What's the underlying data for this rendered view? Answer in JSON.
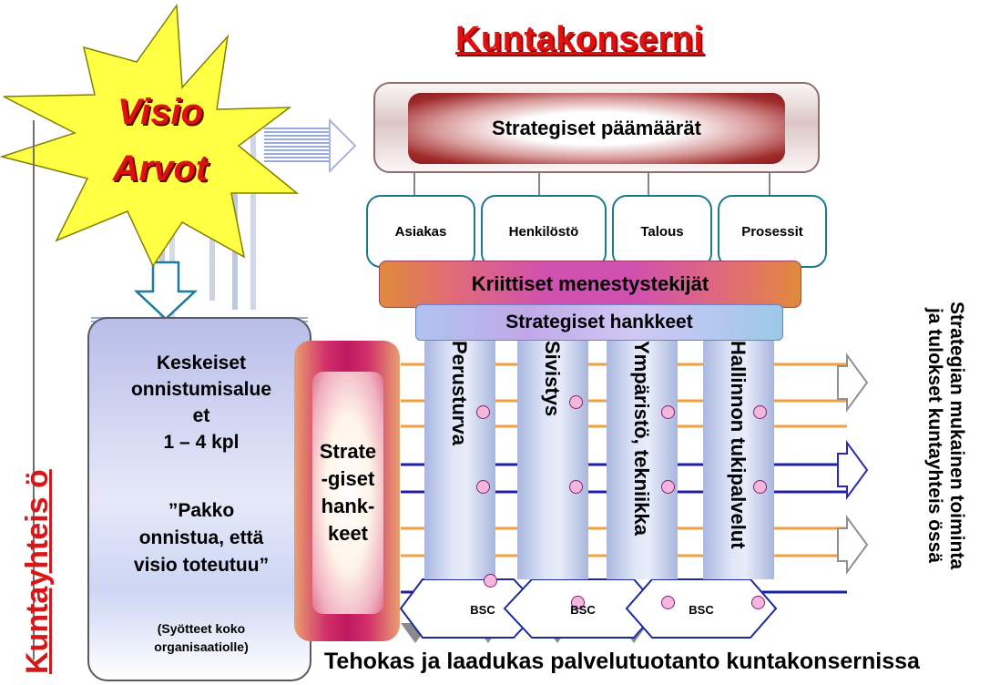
{
  "title": "Kuntakonserni",
  "vision": {
    "line1": "Visio",
    "line2": "Arvot"
  },
  "strategic_goals": "Strategiset päämäärät",
  "perspectives": [
    "Asiakas",
    "Henkilöstö",
    "Talous",
    "Prosessit"
  ],
  "critical_success_factors": "Kriittiset menestystekijät",
  "strategic_projects": "Strategiset hankkeet",
  "columns": [
    "Perusturva",
    "Sivistys",
    "Ympäristö, tekniikka",
    "Hallinnon tukipalvelut"
  ],
  "key_areas": {
    "line1": "Keskeiset",
    "line2": "onnistumisalue",
    "line3": "et",
    "line4": "1 – 4 kpl",
    "quote1": "”Pakko",
    "quote2": "onnistua, että",
    "quote3": "visio toteutuu”",
    "input1": "(Syötteet koko",
    "input2": "organisaatiolle)"
  },
  "strategic_projects_box": {
    "l1": "Strate",
    "l2": "-giset",
    "l3": "hank-",
    "l4": "keet"
  },
  "side_label": "Kuntayhteis ö",
  "right_label": {
    "line1": "Strategian mukainen toiminta",
    "line2": "ja tulokset kuntayhteis össä"
  },
  "bsc": [
    "BSC",
    "BSC",
    "BSC"
  ],
  "bottom": "Tehokas ja laadukas palvelutuotanto kuntakonsernissa",
  "colors": {
    "title": "#e01010",
    "star": "#ffff44",
    "teal": "#1a7a8c",
    "orange_line": "#f0a040",
    "blue_line": "#2020a0"
  }
}
